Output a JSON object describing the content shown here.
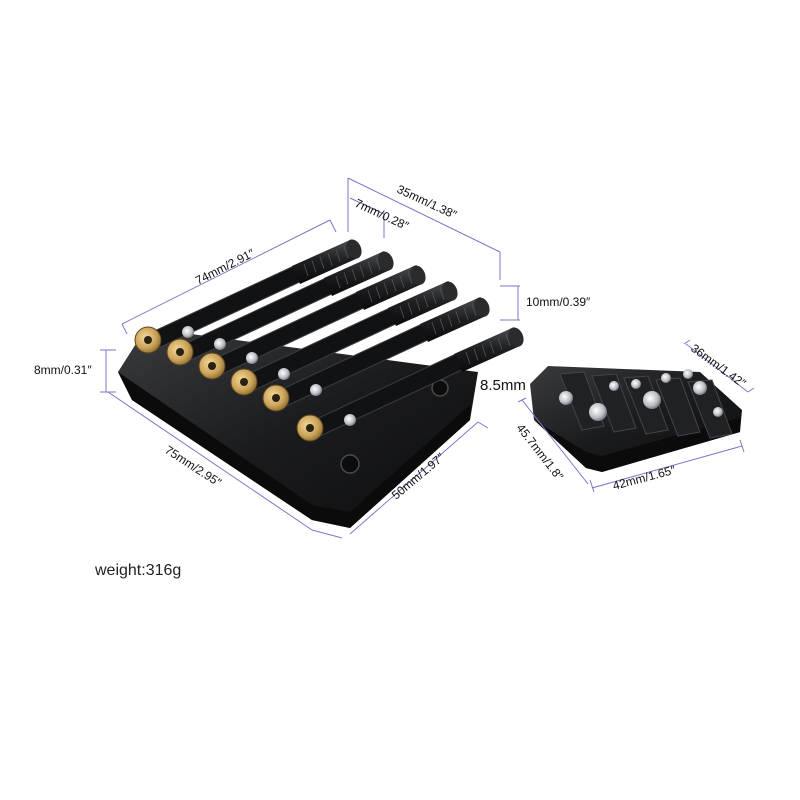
{
  "product": {
    "labels": {
      "length_74": "74mm/2.91″",
      "width_35": "35mm/1.38″",
      "gap_7": "7mm/0.28″",
      "height_10": "10mm/0.39″",
      "height_8": "8mm/0.31″",
      "length_75": "75mm/2.95″",
      "width_50": "50mm/1.97″",
      "height_8_5": "8.5mm",
      "width_36": "36mm/1.42″",
      "length_45_7": "45.7mm/1.8″",
      "width_42": "42mm/1.65″"
    },
    "weight": "weight:316g",
    "colors": {
      "body": "#1b1b1d",
      "dimension_line": "#7b76c9",
      "brass": "#c9a25a",
      "chrome": "#c8cbd0"
    }
  }
}
